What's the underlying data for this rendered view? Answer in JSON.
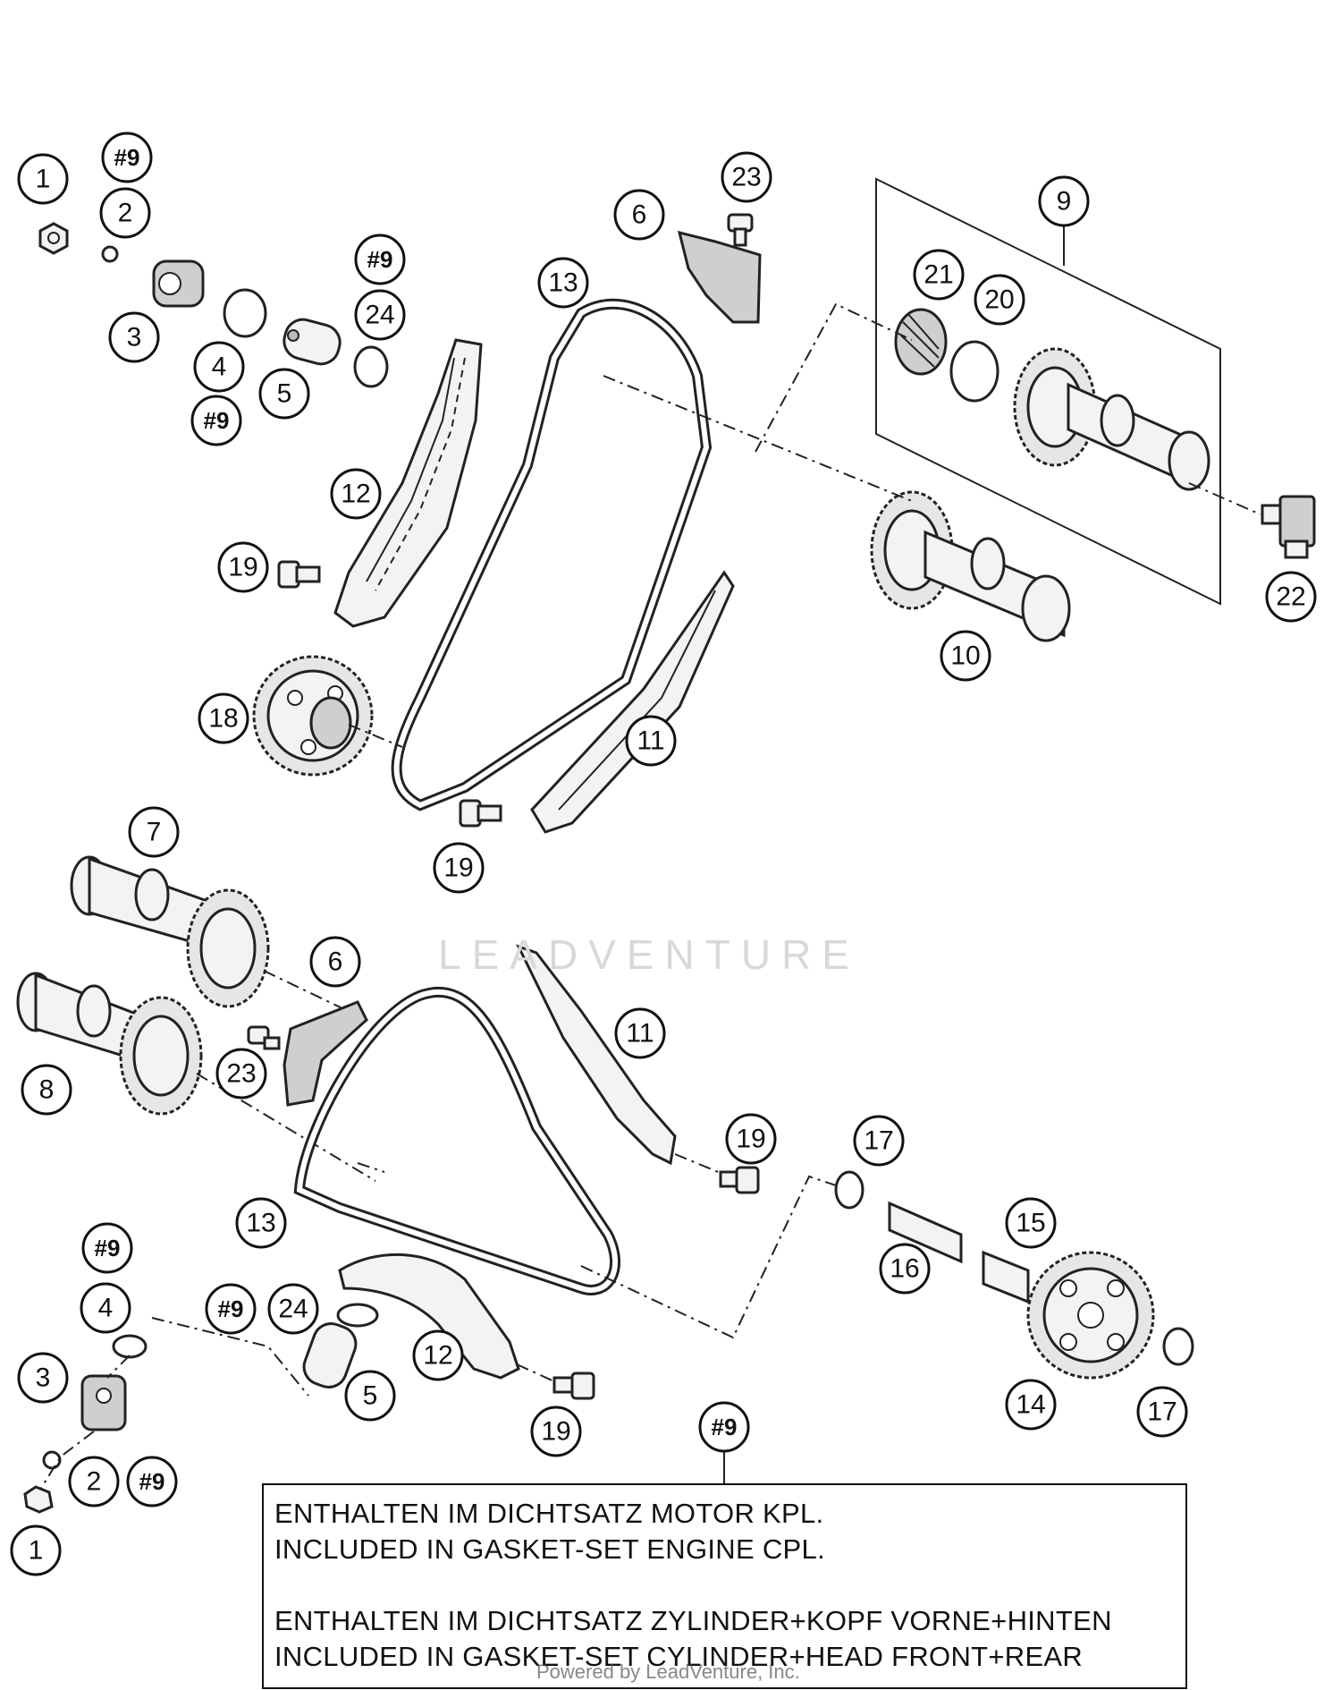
{
  "callouts": [
    {
      "label": "1"
    },
    {
      "label": "#9"
    },
    {
      "label": "2"
    },
    {
      "label": "3"
    },
    {
      "label": "4"
    },
    {
      "label": "#9"
    },
    {
      "label": "5"
    },
    {
      "label": "#9"
    },
    {
      "label": "24"
    },
    {
      "label": "6"
    },
    {
      "label": "23"
    },
    {
      "label": "13"
    },
    {
      "label": "9"
    },
    {
      "label": "21"
    },
    {
      "label": "20"
    },
    {
      "label": "12"
    },
    {
      "label": "19"
    },
    {
      "label": "22"
    },
    {
      "label": "10"
    },
    {
      "label": "18"
    },
    {
      "label": "11"
    },
    {
      "label": "19"
    },
    {
      "label": "7"
    },
    {
      "label": "6"
    },
    {
      "label": "11"
    },
    {
      "label": "23"
    },
    {
      "label": "8"
    },
    {
      "label": "19"
    },
    {
      "label": "17"
    },
    {
      "label": "13"
    },
    {
      "label": "15"
    },
    {
      "label": "16"
    },
    {
      "label": "#9"
    },
    {
      "label": "4"
    },
    {
      "label": "#9"
    },
    {
      "label": "24"
    },
    {
      "label": "12"
    },
    {
      "label": "3"
    },
    {
      "label": "5"
    },
    {
      "label": "19"
    },
    {
      "label": "14"
    },
    {
      "label": "17"
    },
    {
      "label": "2"
    },
    {
      "label": "#9"
    },
    {
      "label": "1"
    },
    {
      "label": "#9"
    }
  ],
  "note": {
    "line1": "ENTHALTEN IM DICHTSATZ MOTOR KPL.",
    "line2": "INCLUDED IN GASKET-SET ENGINE CPL.",
    "line3": "ENTHALTEN IM DICHTSATZ ZYLINDER+KOPF VORNE+HINTEN",
    "line4": "INCLUDED IN GASKET-SET CYLINDER+HEAD FRONT+REAR"
  },
  "watermark": "LEADVENTURE",
  "credit": "Powered by LeadVenture, Inc."
}
